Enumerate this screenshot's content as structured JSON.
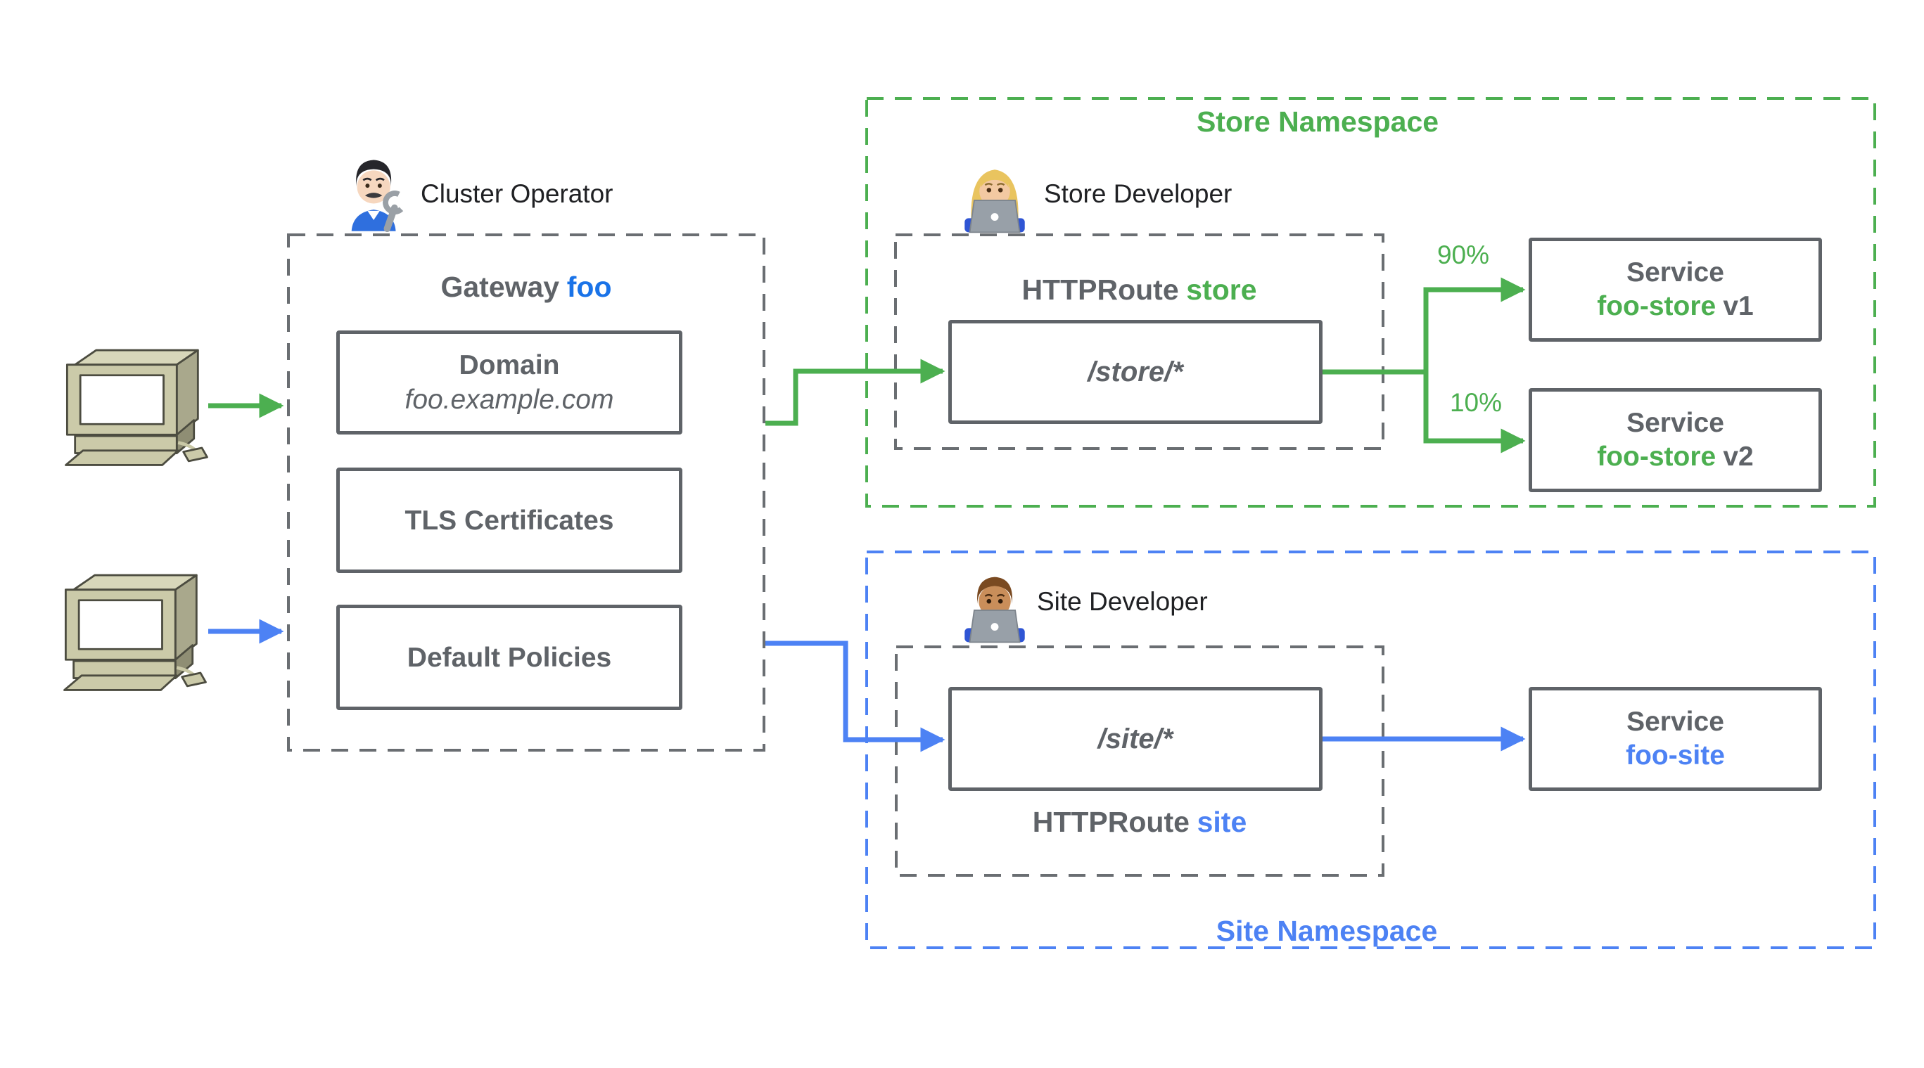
{
  "colors": {
    "green": "#4CAF50",
    "blue": "#4D82F4",
    "gateway_name_blue": "#1A73E8",
    "gray_text": "#5F6368",
    "black_text": "#202124"
  },
  "actors": {
    "cluster_operator": "Cluster Operator",
    "store_developer": "Store Developer",
    "site_developer": "Site Developer"
  },
  "icons": {
    "cluster_operator": "man-mechanic-emoji",
    "store_developer": "woman-technologist-emoji",
    "site_developer": "man-technologist-emoji",
    "clients": "desktop-computer-clipart"
  },
  "gateway": {
    "title_prefix": "Gateway",
    "title_name": "foo",
    "domain_title": "Domain",
    "domain_value": "foo.example.com",
    "tls": "TLS Certificates",
    "policies": "Default Policies"
  },
  "store": {
    "namespace_label": "Store Namespace",
    "httproute_prefix": "HTTPRoute",
    "httproute_name": "store",
    "path": "/store/*",
    "branches": [
      {
        "percent": "90%",
        "service_label": "Service",
        "service_name": "foo-store",
        "service_version": "v1"
      },
      {
        "percent": "10%",
        "service_label": "Service",
        "service_name": "foo-store",
        "service_version": "v2"
      }
    ]
  },
  "site": {
    "namespace_label": "Site Namespace",
    "httproute_prefix": "HTTPRoute",
    "httproute_name": "site",
    "path": "/site/*",
    "service_label": "Service",
    "service_name": "foo-site"
  }
}
